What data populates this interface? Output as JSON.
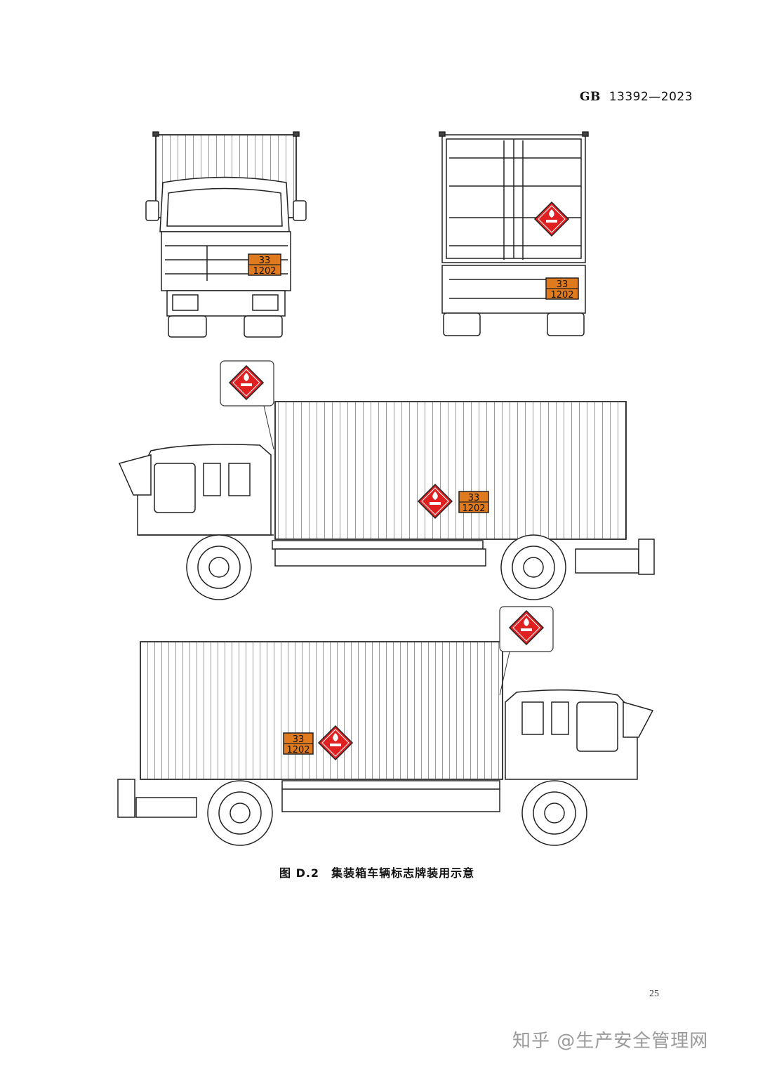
{
  "header": {
    "standard_prefix": "GB",
    "standard_code": "13392—2023"
  },
  "figure": {
    "caption": "图 D.2　集装箱车辆标志牌装用示意"
  },
  "placards": {
    "hazard_id_number": "33",
    "un_number": "1202"
  },
  "footer": {
    "page_number": "25",
    "watermark": "知乎 @生产安全管理网"
  },
  "colors": {
    "orange_plate": "#e07a1f",
    "red_diamond": "#e02020",
    "line": "#222222"
  }
}
